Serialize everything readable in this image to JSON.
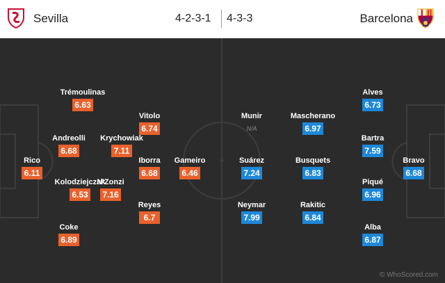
{
  "home": {
    "name": "Sevilla",
    "formation": "4-2-3-1",
    "color": "#e8612c",
    "crest_icon": "sevilla-crest-icon",
    "players": [
      {
        "name": "Rico",
        "rating": "6.11"
      },
      {
        "name": "Trémoulinas",
        "rating": "6.63"
      },
      {
        "name": "Andreolli",
        "rating": "6.68"
      },
      {
        "name": "Kolodziejczak",
        "rating": "6.53"
      },
      {
        "name": "Coke",
        "rating": "6.89"
      },
      {
        "name": "Krychowiak",
        "rating": "7.11"
      },
      {
        "name": "N'Zonzi",
        "rating": "7.16"
      },
      {
        "name": "Vitolo",
        "rating": "6.74"
      },
      {
        "name": "Iborra",
        "rating": "6.68"
      },
      {
        "name": "Reyes",
        "rating": "6.7"
      },
      {
        "name": "Gameiro",
        "rating": "6.46"
      }
    ]
  },
  "away": {
    "name": "Barcelona",
    "formation": "4-3-3",
    "color": "#1e88d8",
    "crest_icon": "barcelona-crest-icon",
    "players": [
      {
        "name": "Munir",
        "rating": "N/A"
      },
      {
        "name": "Suárez",
        "rating": "7.24"
      },
      {
        "name": "Neymar",
        "rating": "7.99"
      },
      {
        "name": "Mascherano",
        "rating": "6.97"
      },
      {
        "name": "Busquets",
        "rating": "6.83"
      },
      {
        "name": "Rakitic",
        "rating": "6.84"
      },
      {
        "name": "Alves",
        "rating": "6.73"
      },
      {
        "name": "Bartra",
        "rating": "7.59"
      },
      {
        "name": "Piqué",
        "rating": "6.96"
      },
      {
        "name": "Alba",
        "rating": "6.87"
      },
      {
        "name": "Bravo",
        "rating": "6.68"
      }
    ]
  },
  "credit": "© WhoScored.com"
}
